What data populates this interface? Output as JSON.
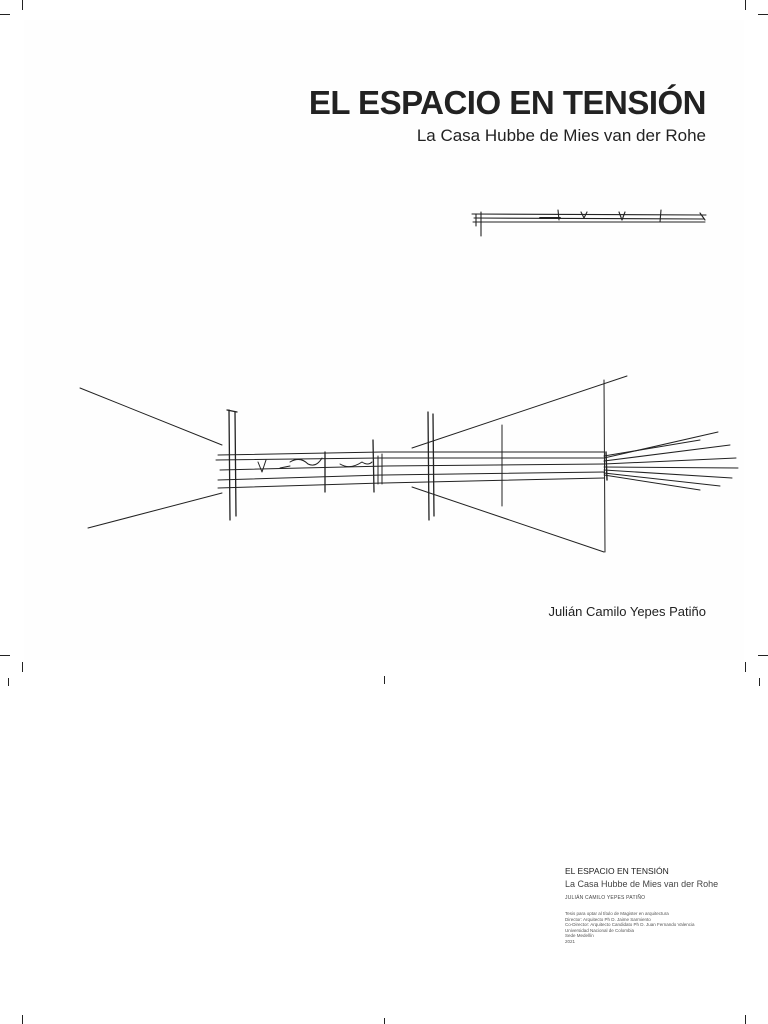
{
  "cover": {
    "title": "EL ESPACIO EN TENSIÓN",
    "subtitle": "La Casa Hubbe de Mies van der Rohe",
    "author": "Julián Camilo Yepes Patiño"
  },
  "colophon": {
    "title": "EL ESPACIO EN TENSIÓN",
    "subtitle": "La Casa Hubbe de Mies van der Rohe",
    "author": "JULIÁN CAMILO YEPES PATIÑO",
    "details": [
      "Tesis para optar al título de Magister en arquitectura",
      "Director: Arquitecto Ph D. Jaime Sarmiento",
      "Co-Director: Arquitecto Candidato Ph D. Juan Fernando Valencia",
      "Universidad Nacional de Colombia",
      "Sede Medellín",
      "2021"
    ]
  }
}
